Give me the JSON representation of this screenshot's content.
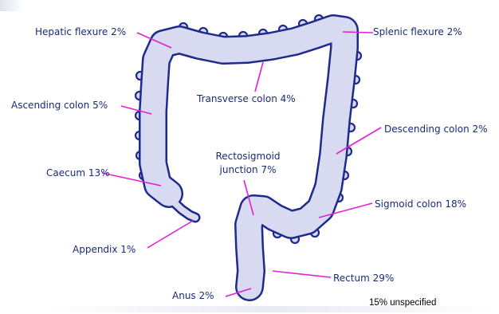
{
  "colors": {
    "colon_fill": "#d7daf0",
    "colon_outline": "#1e2a8c",
    "leader_line": "#e21fd6",
    "label_text": "#1a2a7a"
  },
  "labels": {
    "hepatic_flexure": "Hepatic flexure 2%",
    "splenic_flexure": "Splenic flexure 2%",
    "transverse_colon": "Transverse colon 4%",
    "ascending_colon": "Ascending colon 5%",
    "descending_colon": "Descending colon 2%",
    "rectosigmoid_line1": "Rectosigmoid",
    "rectosigmoid_line2": "junction 7%",
    "caecum": "Caecum 13%",
    "sigmoid_colon": "Sigmoid colon 18%",
    "appendix": "Appendix 1%",
    "rectum": "Rectum 29%",
    "anus": "Anus 2%"
  },
  "footnote": "15% unspecified"
}
